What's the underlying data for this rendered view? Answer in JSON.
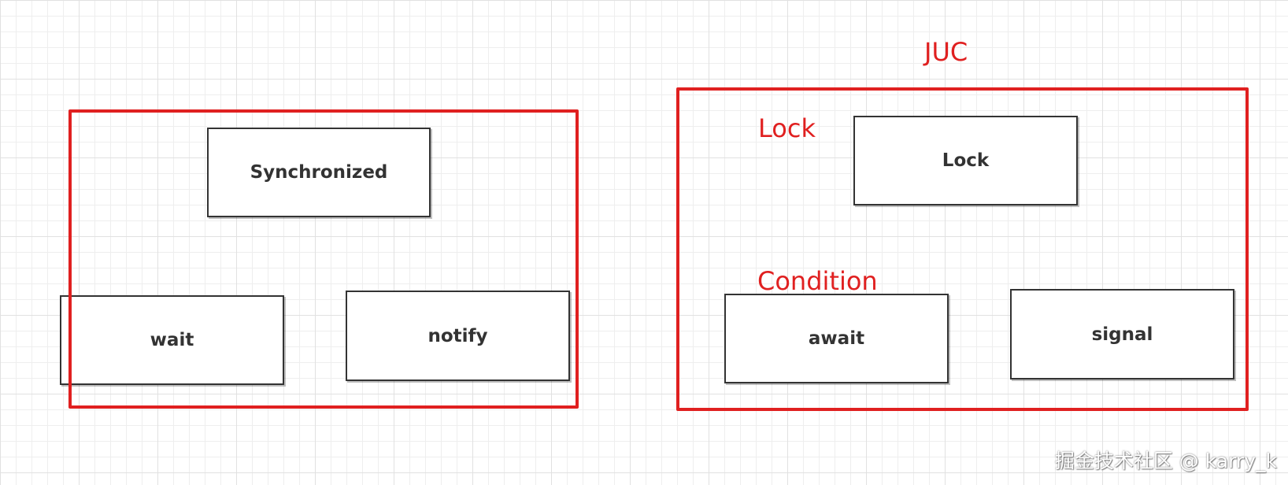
{
  "left_group": {
    "boxes": {
      "synchronized": "Synchronized",
      "wait": "wait",
      "notify": "notify"
    }
  },
  "right_group": {
    "title": "JUC",
    "lock_label": "Lock",
    "condition_label": "Condition",
    "boxes": {
      "lock": "Lock",
      "await": "await",
      "signal": "signal"
    }
  },
  "watermark": "掘金技术社区 @ karry_k",
  "colors": {
    "frame": "#e02020",
    "box_border": "#333333",
    "text": "#333333"
  }
}
